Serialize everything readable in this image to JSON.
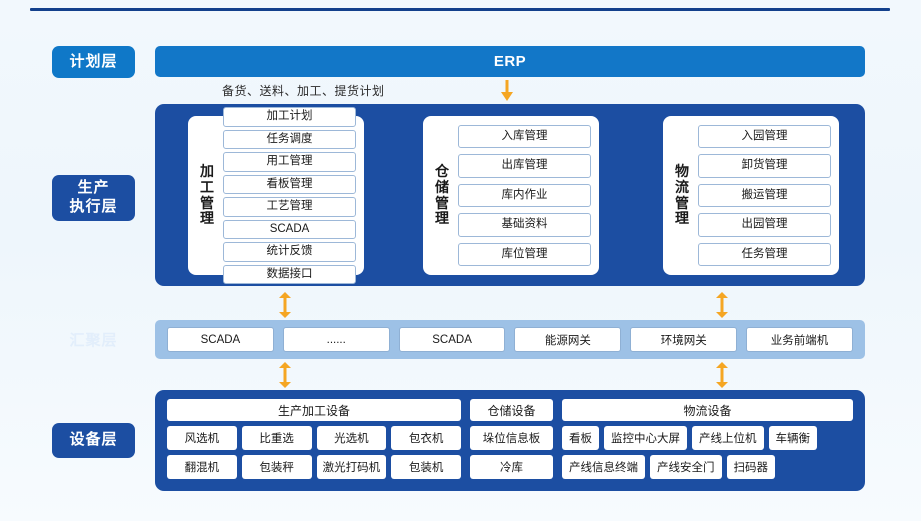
{
  "top_rule": {
    "color": "#13408c"
  },
  "colors": {
    "plan_badge": "#0f78c8",
    "panel_blue": "#1c4ea2",
    "erp_blue": "#1277c8",
    "aggregation_blue": "#9dc1e6",
    "arrow_orange": "#f5a623",
    "card_white": "#ffffff"
  },
  "layers": {
    "plan": {
      "badge": "计划层"
    },
    "execution": {
      "badge": "生产\n执行层",
      "badge_line1": "生产",
      "badge_line2": "执行层"
    },
    "aggregation": {
      "badge": "汇聚层"
    },
    "device": {
      "badge": "设备层"
    }
  },
  "plan_layer": {
    "erp_label": "ERP",
    "flow_caption": "备货、送料、加工、提货计划",
    "down_arrow_icon": "arrow-down-icon"
  },
  "execution_layer": {
    "cards": [
      {
        "title": "加工管理",
        "items": [
          "加工计划",
          "任务调度",
          "用工管理",
          "看板管理",
          "工艺管理",
          "SCADA",
          "统计反馈",
          "数据接口"
        ]
      },
      {
        "title": "仓储管理",
        "items": [
          "入库管理",
          "出库管理",
          "库内作业",
          "基础资料",
          "库位管理"
        ]
      },
      {
        "title": "物流管理",
        "items": [
          "入园管理",
          "卸货管理",
          "搬运管理",
          "出园管理",
          "任务管理"
        ]
      }
    ]
  },
  "connectors": {
    "upper_left": "bidirectional-arrow-icon",
    "upper_right": "bidirectional-arrow-icon",
    "lower_left": "bidirectional-arrow-icon",
    "lower_right": "bidirectional-arrow-icon"
  },
  "aggregation_layer": {
    "items": [
      "SCADA",
      "......",
      "SCADA",
      "能源网关",
      "环境网关",
      "业务前端机"
    ]
  },
  "device_layer": {
    "groups": [
      {
        "header": "生产加工设备",
        "rows": [
          [
            "风选机",
            "比重选",
            "光选机",
            "包衣机"
          ],
          [
            "翻混机",
            "包装秤",
            "激光打码机",
            "包装机"
          ]
        ]
      },
      {
        "header": "仓储设备",
        "rows": [
          [
            "垛位信息板"
          ],
          [
            "冷库"
          ]
        ]
      },
      {
        "header": "物流设备",
        "rows": [
          [
            "看板",
            "监控中心大屏",
            "产线上位机",
            "车辆衡"
          ],
          [
            "产线信息终端",
            "产线安全门",
            "扫码器"
          ]
        ]
      }
    ]
  }
}
